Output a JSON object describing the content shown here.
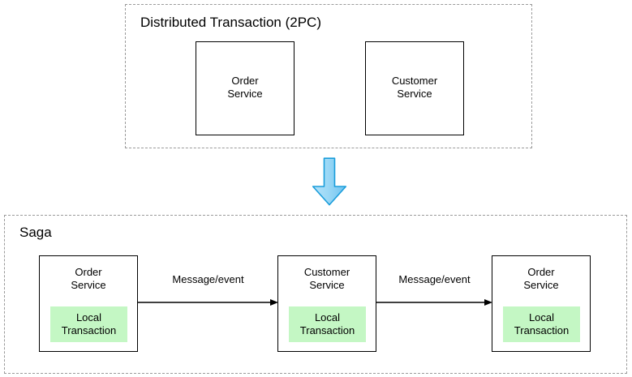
{
  "diagram": {
    "title_hidden": "",
    "groups": [
      {
        "id": "2pc",
        "title": "Distributed Transaction (2PC)",
        "boxes": [
          {
            "label": "Order\nService"
          },
          {
            "label": "Customer\nService"
          }
        ]
      },
      {
        "id": "saga",
        "title": "Saga",
        "boxes": [
          {
            "label": "Order\nService",
            "local": "Local\nTransaction"
          },
          {
            "label": "Customer\nService",
            "local": "Local\nTransaction"
          },
          {
            "label": "Order\nService",
            "local": "Local\nTransaction"
          }
        ],
        "connectors": [
          {
            "label": "Message/event"
          },
          {
            "label": "Message/event"
          }
        ]
      }
    ],
    "transition_arrow": {
      "name": "down-arrow-icon",
      "direction": "down",
      "fill_light": "#a9dcf7",
      "fill_dark": "#6ec3ef",
      "stroke": "#1a9ddb"
    },
    "colors": {
      "background": "#ffffff",
      "group_border": "#9a9a9a",
      "box_border": "#000000",
      "local_transaction_fill": "#c4f7c4",
      "text": "#000000",
      "arrow": "#000000"
    }
  }
}
